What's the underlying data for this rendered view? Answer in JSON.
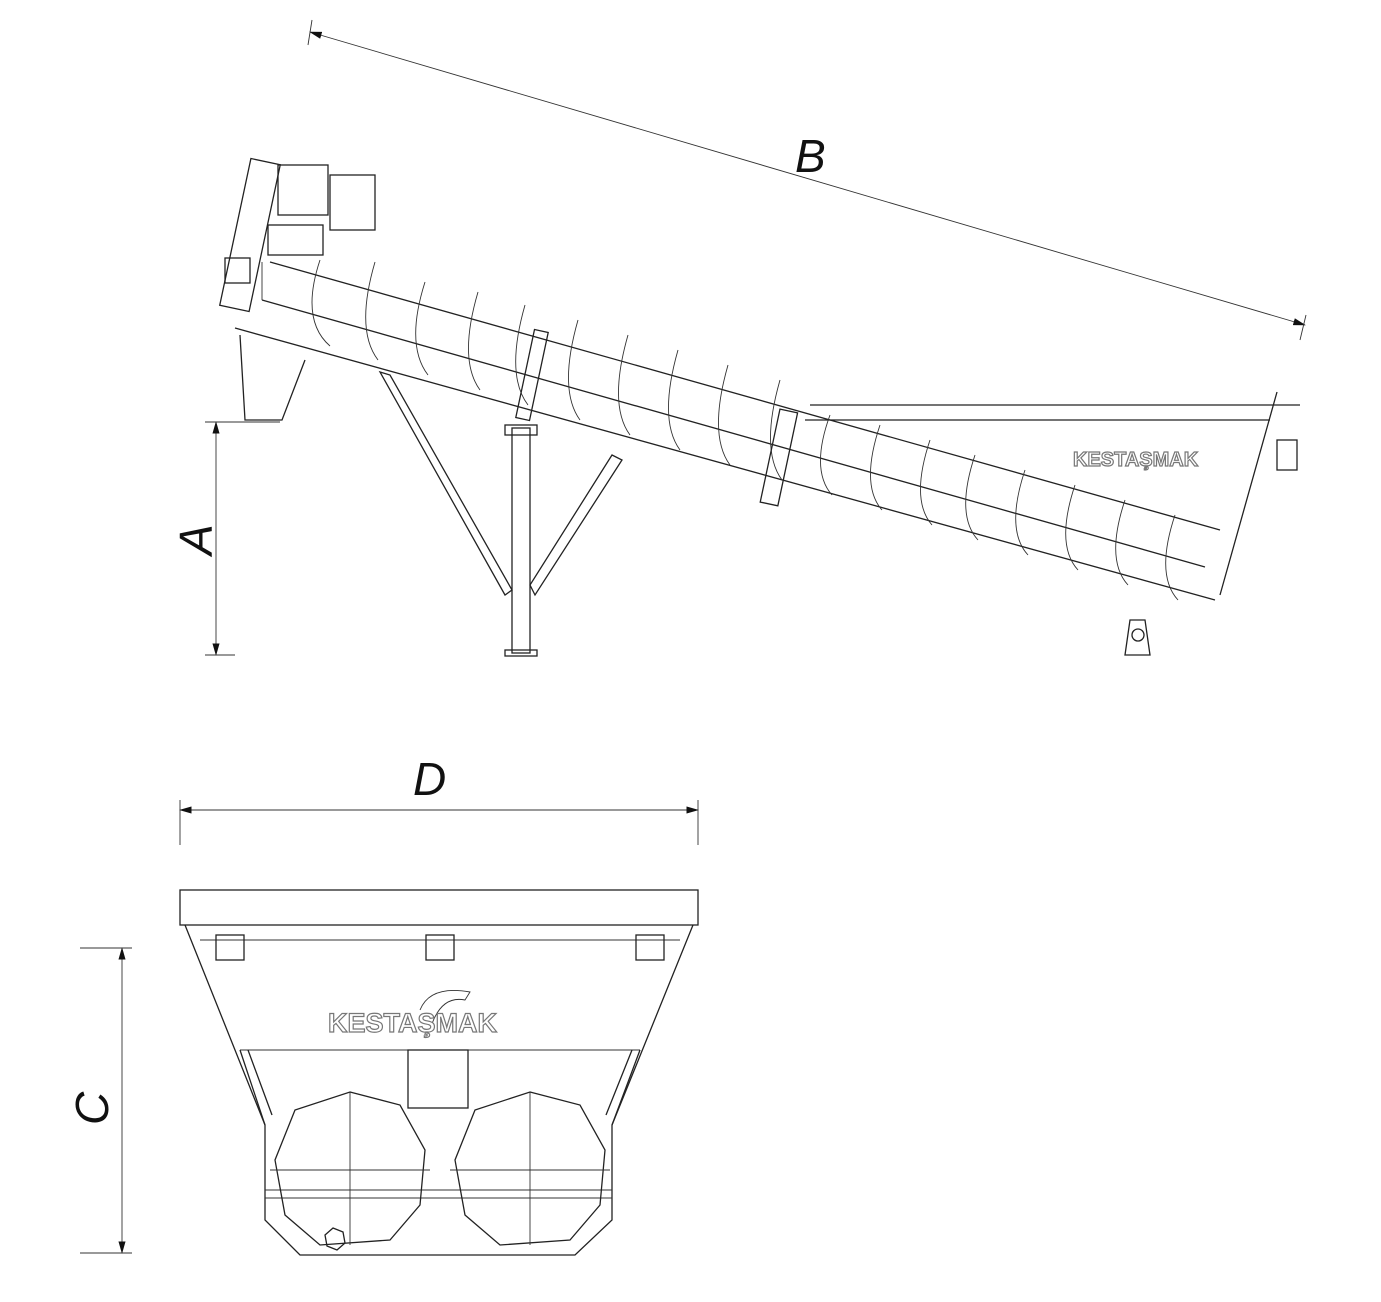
{
  "dimensions": {
    "a": "A",
    "b": "B",
    "c": "C",
    "d": "D"
  },
  "logo": {
    "text": "KESTAŞMAK",
    "side_view_text": "KESTAŞMAK",
    "front_view_text": "KESTAŞMAK"
  },
  "colors": {
    "line": "#222222",
    "logo_outline": "#777777"
  }
}
